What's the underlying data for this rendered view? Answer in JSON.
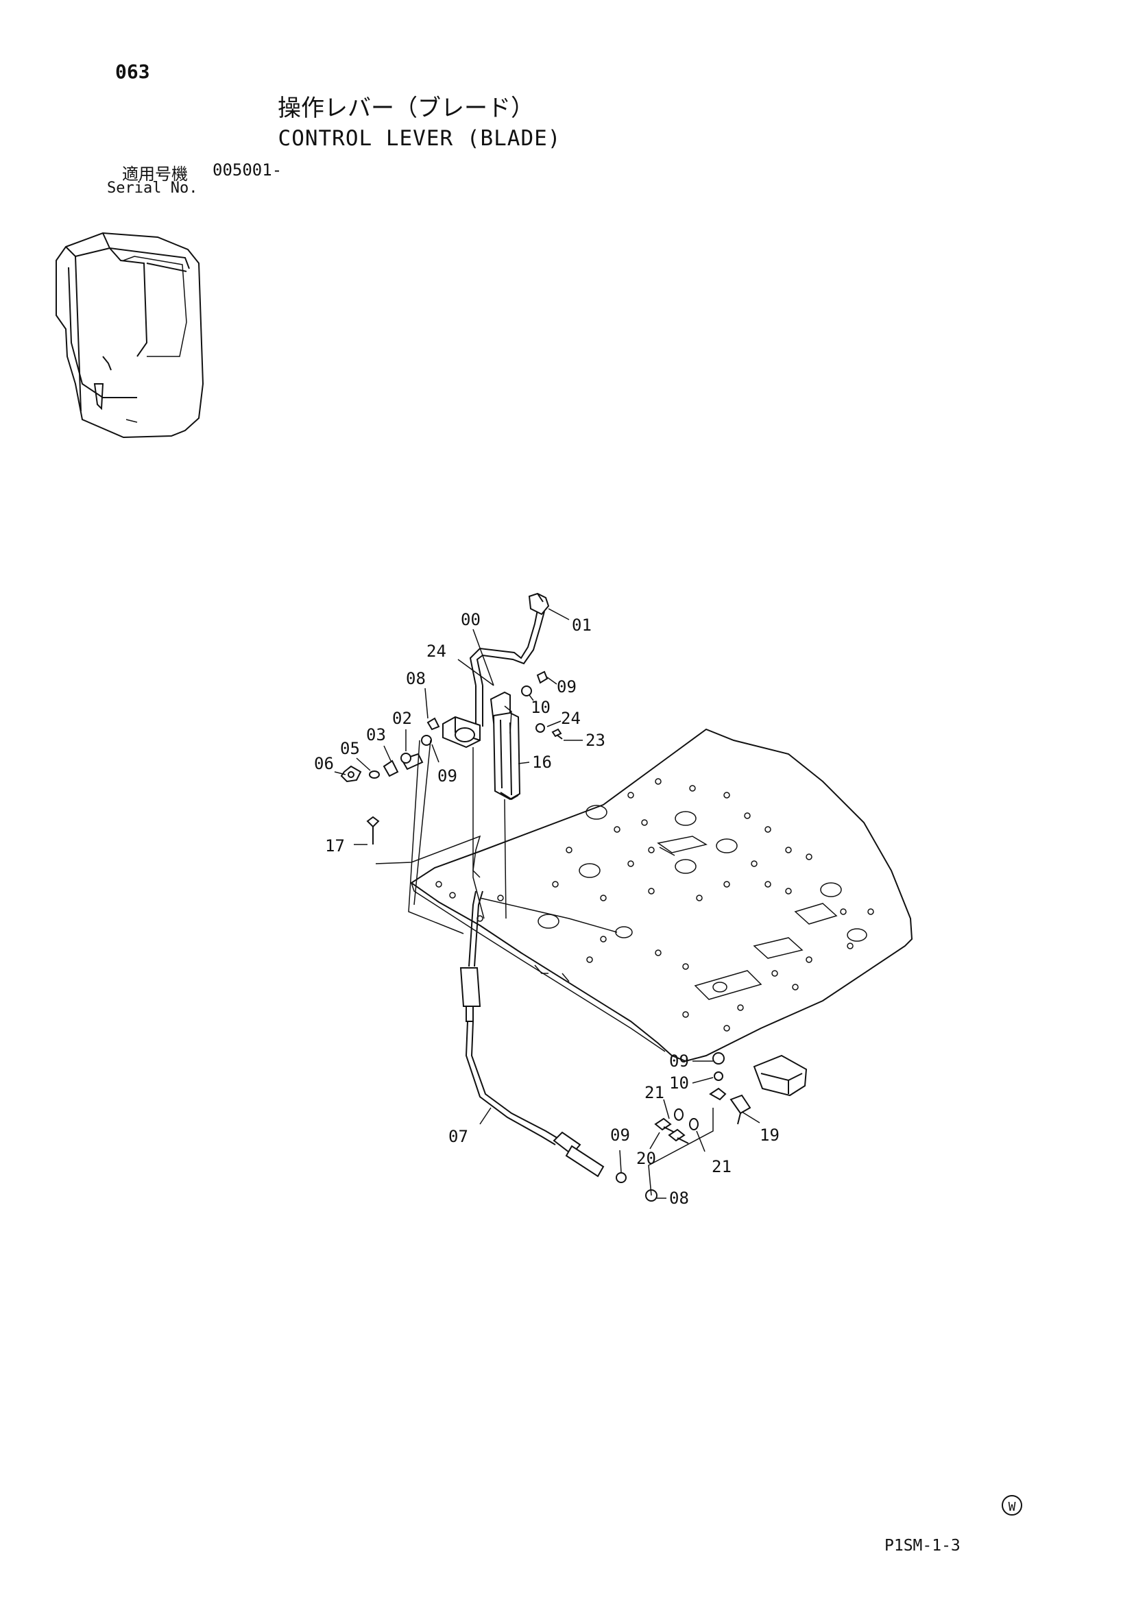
{
  "header": {
    "page_number": "063",
    "title_jp": "操作レバー（ブレード）",
    "title_en": "CONTROL LEVER (BLADE)",
    "serial_label_jp": "適用号機",
    "serial_value": "005001-",
    "serial_label_en": "Serial No."
  },
  "callouts": {
    "c00": "00",
    "c01": "01",
    "c24a": "24",
    "c09a": "09",
    "c08a": "08",
    "c10a": "10",
    "c02": "02",
    "c24b": "24",
    "c03": "03",
    "c23": "23",
    "c05": "05",
    "c06": "06",
    "c09b": "09",
    "c16": "16",
    "c17": "17",
    "c09c": "09",
    "c10b": "10",
    "c21a": "21",
    "c07": "07",
    "c09d": "09",
    "c19": "19",
    "c20": "20",
    "c21b": "21",
    "c08b": "08"
  },
  "footer": {
    "w_mark": "Ⓦ",
    "sheet_code": "P1SM-1-3"
  }
}
